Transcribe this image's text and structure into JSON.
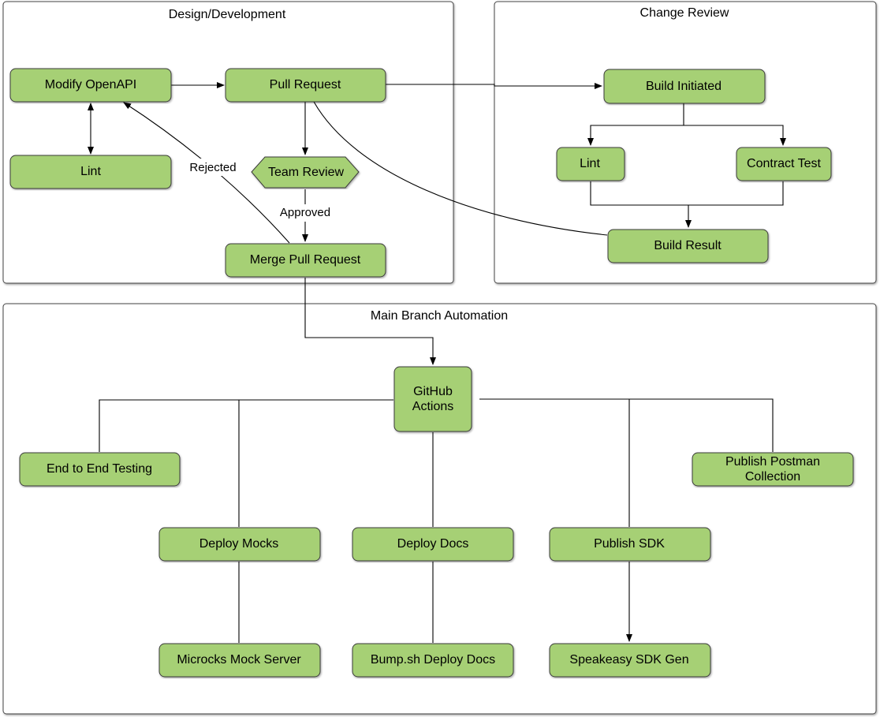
{
  "groups": {
    "design": {
      "title": "Design/Development"
    },
    "review": {
      "title": "Change Review"
    },
    "main": {
      "title": "Main Branch Automation"
    }
  },
  "nodes": {
    "modify_openapi": {
      "label": "Modify OpenAPI"
    },
    "lint_dev": {
      "label": "Lint"
    },
    "pull_request": {
      "label": "Pull Request"
    },
    "team_review": {
      "label": "Team Review"
    },
    "merge_pull_request": {
      "label": "Merge Pull Request"
    },
    "build_initiated": {
      "label": "Build Initiated"
    },
    "lint_review": {
      "label": "Lint"
    },
    "contract_test": {
      "label": "Contract Test"
    },
    "build_result": {
      "label": "Build Result"
    },
    "github_actions": {
      "line1": "GitHub",
      "line2": "Actions"
    },
    "end_to_end_testing": {
      "label": "End to End Testing"
    },
    "publish_postman": {
      "line1": "Publish Postman",
      "line2": "Collection"
    },
    "deploy_mocks": {
      "label": "Deploy Mocks"
    },
    "deploy_docs": {
      "label": "Deploy Docs"
    },
    "publish_sdk": {
      "label": "Publish SDK"
    },
    "microcks": {
      "label": "Microcks Mock Server"
    },
    "bump_sh": {
      "label": "Bump.sh Deploy Docs"
    },
    "speakeasy": {
      "label": "Speakeasy SDK Gen"
    }
  },
  "edge_labels": {
    "rejected": "Rejected",
    "approved": "Approved"
  },
  "colors": {
    "node_fill": "#a6d074",
    "node_stroke": "#3b3b3b",
    "frame_stroke": "#444444"
  }
}
